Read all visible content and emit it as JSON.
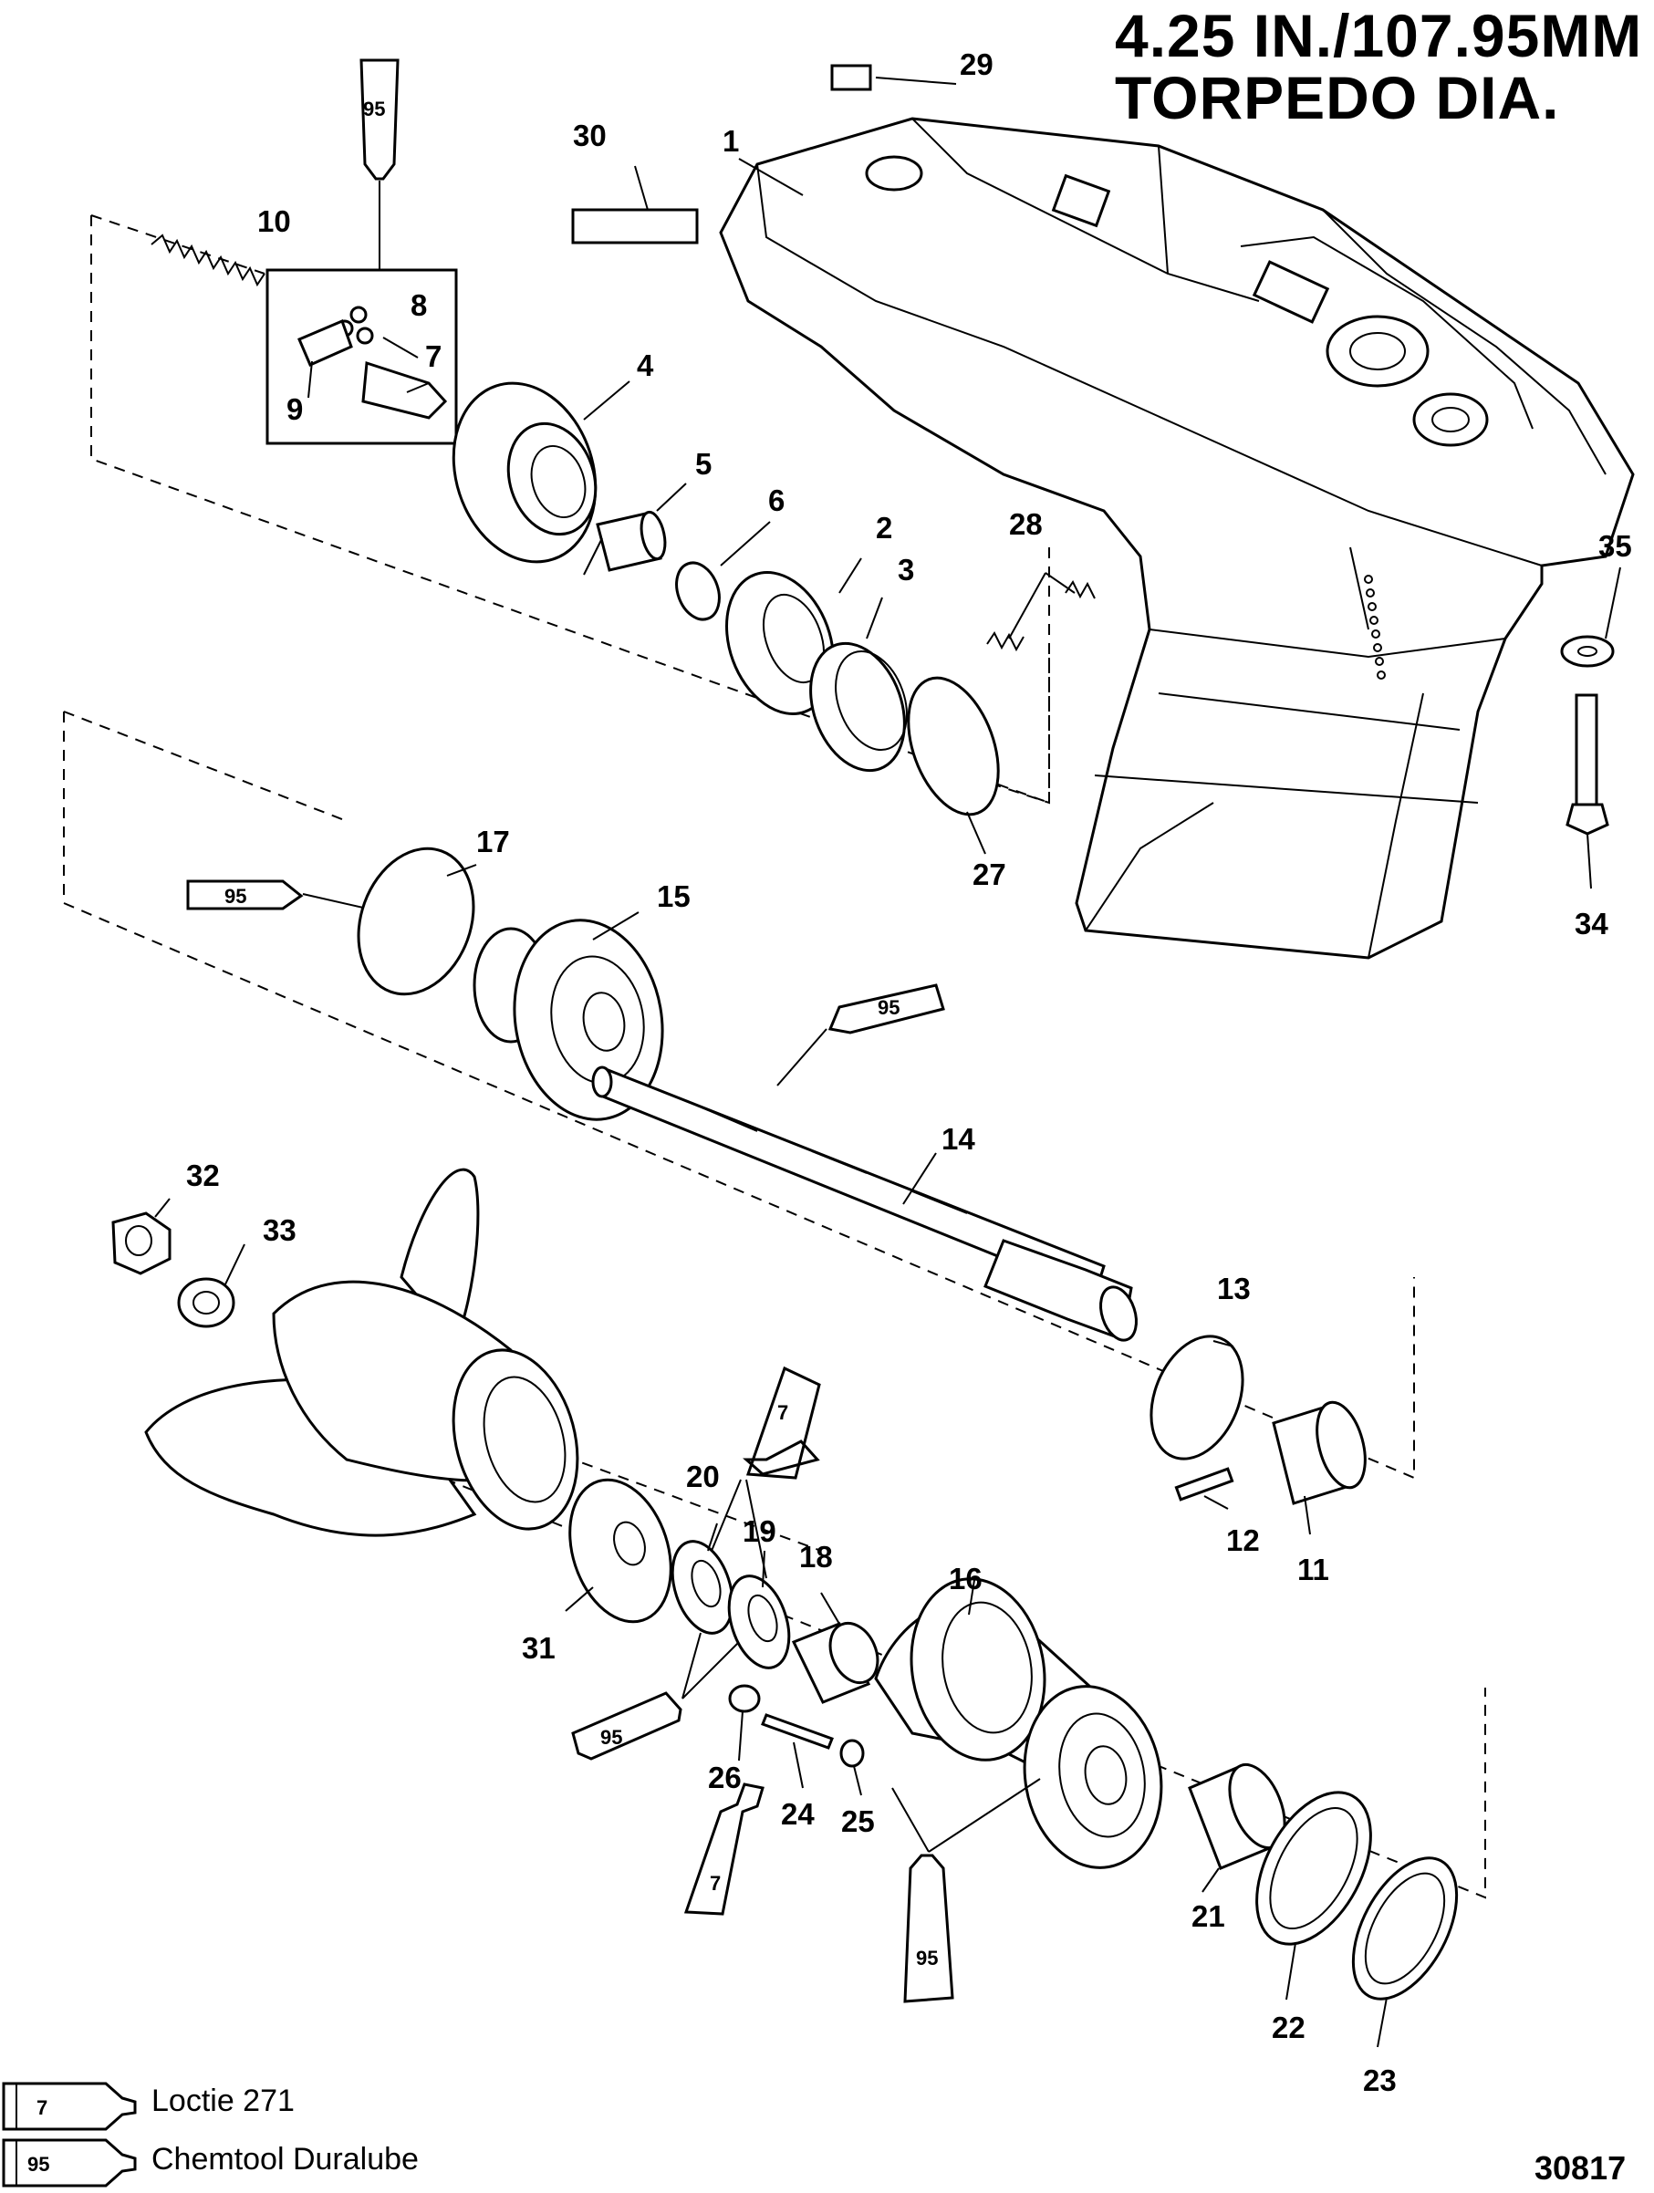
{
  "title": {
    "line1": "4.25 IN./107.95MM",
    "line2": "TORPEDO DIA."
  },
  "callouts": [
    "1",
    "2",
    "3",
    "4",
    "5",
    "6",
    "7",
    "8",
    "9",
    "10",
    "11",
    "12",
    "13",
    "14",
    "15",
    "16",
    "17",
    "18",
    "19",
    "20",
    "21",
    "22",
    "23",
    "24",
    "25",
    "26",
    "27",
    "28",
    "29",
    "30",
    "31",
    "32",
    "33",
    "34",
    "35"
  ],
  "tube_codes": {
    "loctite": "7",
    "duralube": "95"
  },
  "legend": [
    {
      "code": "7",
      "text": "Loctie 271"
    },
    {
      "code": "95",
      "text": "Chemtool Duralube"
    }
  ],
  "figure_number": "30817"
}
